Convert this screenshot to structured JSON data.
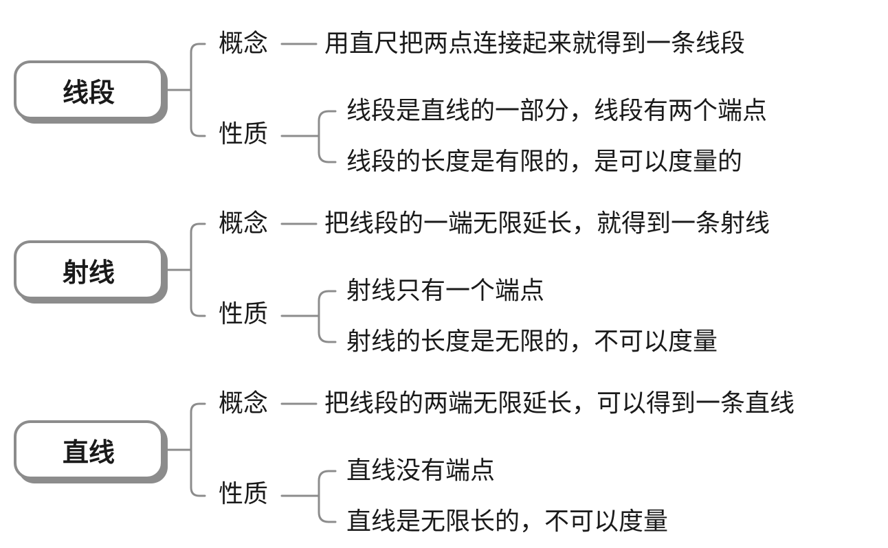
{
  "sections": [
    {
      "topic": "线段",
      "concept_label": "概念",
      "concept_text": "用直尺把两点连接起来就得到一条线段",
      "property_label": "性质",
      "properties": [
        "线段是直线的一部分，线段有两个端点",
        "线段的长度是有限的，是可以度量的"
      ]
    },
    {
      "topic": "射线",
      "concept_label": "概念",
      "concept_text": "把线段的一端无限延长，就得到一条射线",
      "property_label": "性质",
      "properties": [
        "射线只有一个端点",
        "射线的长度是无限的，不可以度量"
      ]
    },
    {
      "topic": "直线",
      "concept_label": "概念",
      "concept_text": "把线段的两端无限延长，可以得到一条直线",
      "property_label": "性质",
      "properties": [
        "直线没有端点",
        "直线是无限长的，不可以度量"
      ]
    }
  ],
  "colors": {
    "line": "#8c8c8c",
    "box_border": "#8c8c8c",
    "text": "#1a1a1a"
  }
}
